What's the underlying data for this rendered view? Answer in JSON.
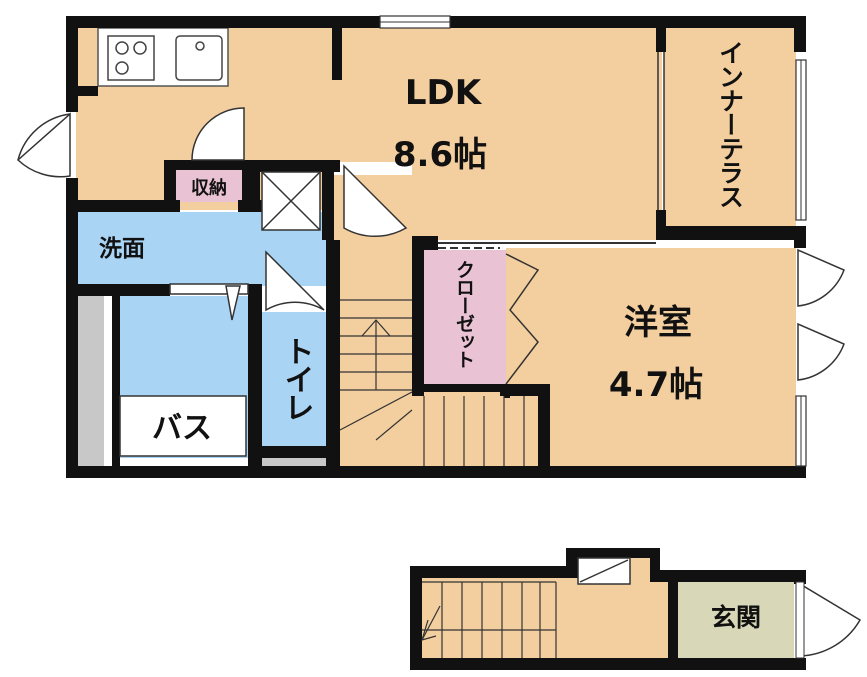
{
  "rooms": {
    "ldk": {
      "name": "LDK",
      "size": "8.6帖"
    },
    "western": {
      "name": "洋室",
      "size": "4.7帖"
    },
    "inner_terrace": {
      "name": "インナーテラス"
    },
    "storage": {
      "name": "収納"
    },
    "washroom": {
      "name": "洗面"
    },
    "closet": {
      "name": "クローゼット"
    },
    "toilet": {
      "name": "トイレ"
    },
    "bath": {
      "name": "バス"
    },
    "entrance": {
      "name": "玄関"
    }
  },
  "colors": {
    "wood_floor": "#f3cf9f",
    "wet_area": "#aad4f3",
    "storage": "#e9c3d3",
    "entrance": "#d8d8b8",
    "wall": "#111111",
    "grey_panel": "#c8c8c8"
  }
}
